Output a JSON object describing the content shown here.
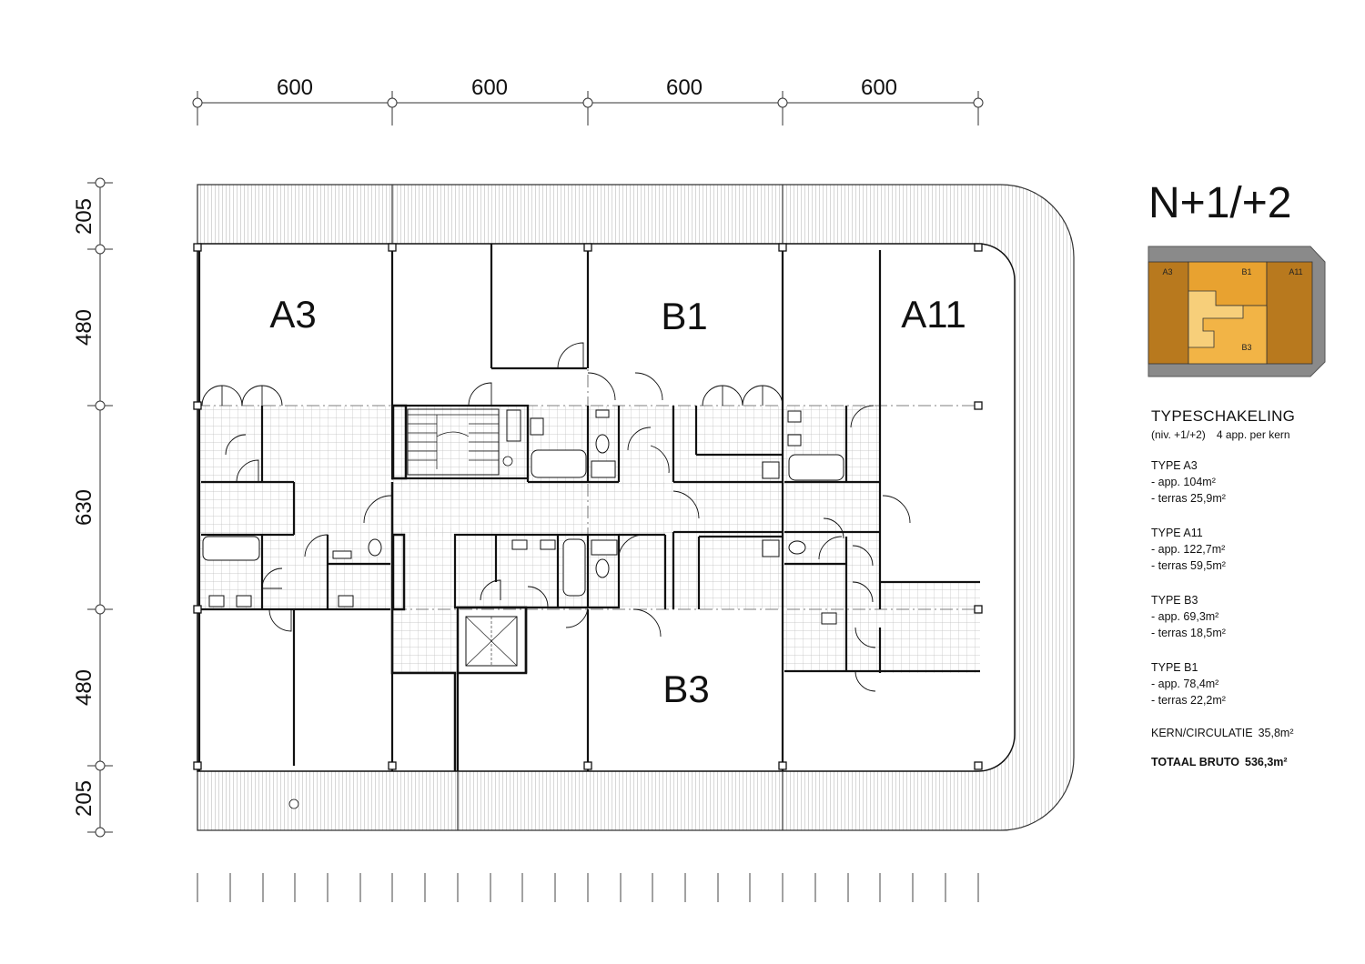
{
  "floor_label": "N+1/+2",
  "dimensions": {
    "horizontal": [
      "600",
      "600",
      "600",
      "600"
    ],
    "vertical": [
      "205",
      "480",
      "630",
      "480",
      "205"
    ]
  },
  "units_on_plan": [
    "A3",
    "B1",
    "A11",
    "B3"
  ],
  "key_plan": {
    "labels": [
      "A3",
      "B1",
      "A11",
      "B3"
    ],
    "colors": {
      "dark": "#b8791e",
      "mid": "#e8a230",
      "light": "#f2b446",
      "core": "#f7cf7a",
      "frame": "#8a8a8a"
    }
  },
  "legend": {
    "title": "TYPESCHAKELING",
    "subtitle_level": "(niv. +1/+2)",
    "subtitle_count": "4 app. per kern",
    "types": [
      {
        "name": "TYPE A3",
        "app": "- app. 104m²",
        "terras": "- terras 25,9m²"
      },
      {
        "name": "TYPE A11",
        "app": "- app. 122,7m²",
        "terras": "- terras 59,5m²"
      },
      {
        "name": "TYPE B3",
        "app": "- app. 69,3m²",
        "terras": "- terras 18,5m²"
      },
      {
        "name": "TYPE B1",
        "app": "- app. 78,4m²",
        "terras": "- terras 22,2m²"
      }
    ],
    "kern_label": "KERN/CIRCULATIE",
    "kern_value": "35,8m²",
    "total_label": "TOTAAL BRUTO",
    "total_value": "536,3m²"
  },
  "colors": {
    "line": "#111111",
    "hatch": "#9a9a9a",
    "grid": "#bdbdbd"
  }
}
